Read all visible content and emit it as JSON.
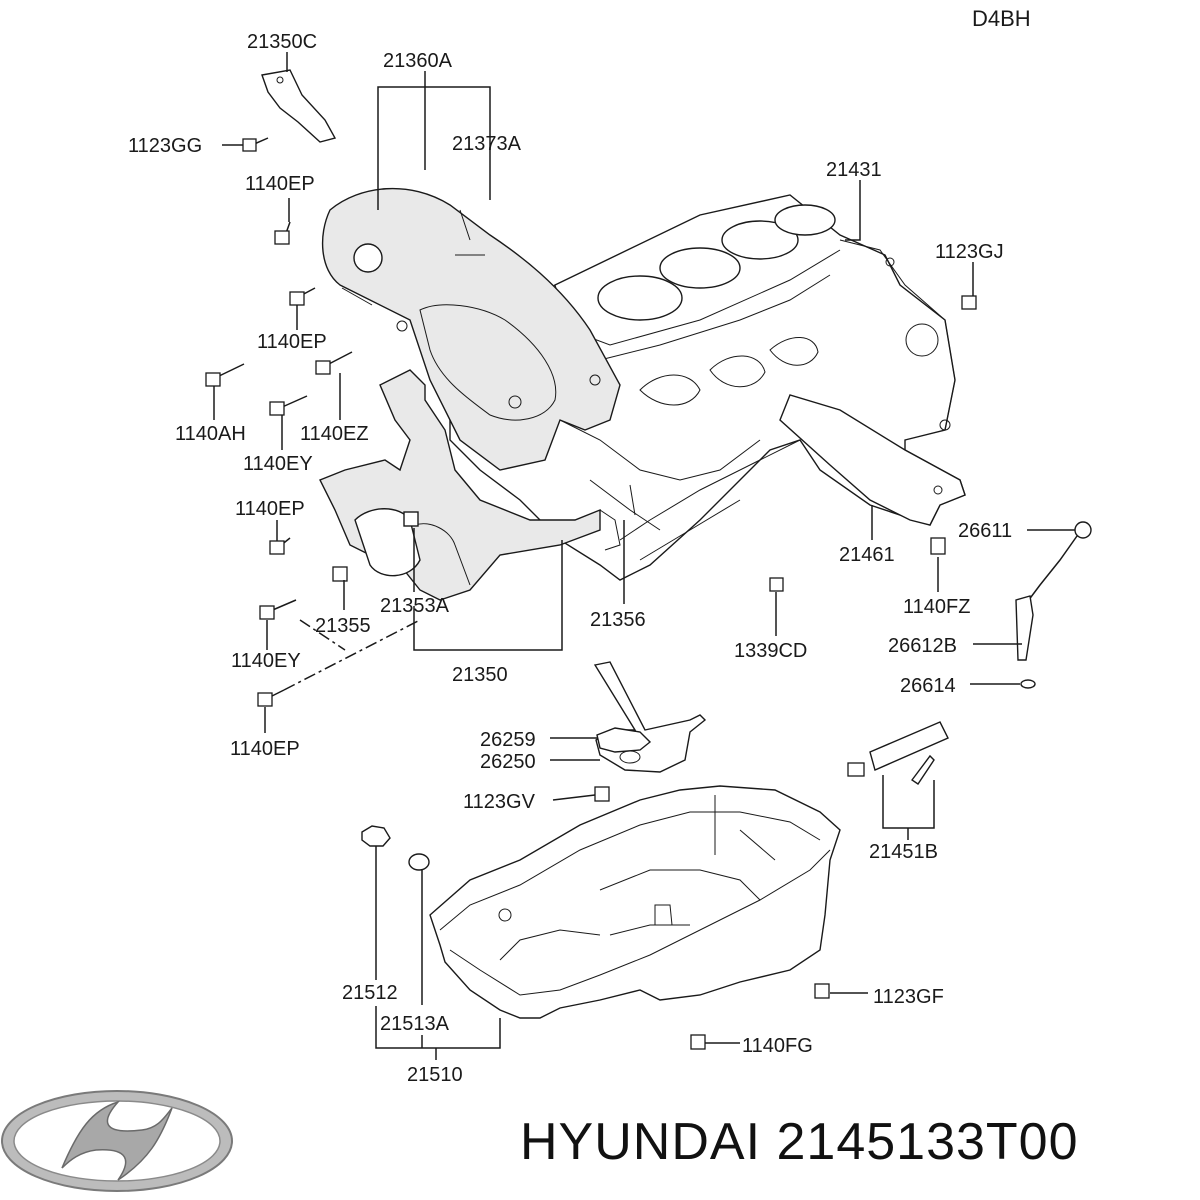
{
  "engine_code": "D4BH",
  "part_labels": {
    "l_21350C": "21350C",
    "l_21360A": "21360A",
    "l_1123GG": "1123GG",
    "l_21373A": "21373A",
    "l_21431": "21431",
    "l_1140EP_a": "1140EP",
    "l_1123GJ": "1123GJ",
    "l_1140EP_b": "1140EP",
    "l_1140AH": "1140AH",
    "l_1140EZ": "1140EZ",
    "l_1140EY_a": "1140EY",
    "l_1140EP_c": "1140EP",
    "l_26611": "26611",
    "l_21461": "21461",
    "l_21353A": "21353A",
    "l_1140FZ": "1140FZ",
    "l_21355": "21355",
    "l_21356": "21356",
    "l_26612B": "26612B",
    "l_1339CD": "1339CD",
    "l_1140EY_b": "1140EY",
    "l_21350": "21350",
    "l_26614": "26614",
    "l_1140EP_d": "1140EP",
    "l_26259": "26259",
    "l_26250": "26250",
    "l_1123GV": "1123GV",
    "l_21451B": "21451B",
    "l_1123GF": "1123GF",
    "l_21512": "21512",
    "l_21513A": "21513A",
    "l_1140FG": "1140FG",
    "l_21510": "21510"
  },
  "footer": {
    "brand": "HYUNDAI",
    "part_number": "2145133T00",
    "text": "HYUNDAI 2145133T00"
  }
}
